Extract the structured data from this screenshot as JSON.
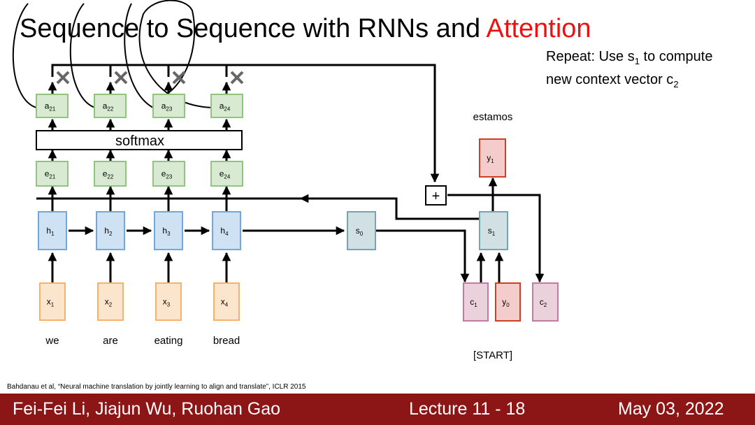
{
  "slide": {
    "title_main": "Sequence to Sequence with RNNs and ",
    "title_accent": "Attention",
    "note_line1_prefix": "Repeat: Use s",
    "note_line1_sub": "1",
    "note_line1_suffix": " to compute",
    "note_line2_prefix": "new context vector c",
    "note_line2_sub": "2",
    "citation": "Bahdanau et al, “Neural machine translation by jointly learning to align and translate”, ICLR 2015"
  },
  "footer": {
    "authors": "Fei-Fei Li, Jiajun Wu, Ruohan Gao",
    "lecture": "Lecture 11 -  18",
    "date": "May 03, 2022"
  },
  "diagram": {
    "colors": {
      "green_fill": "#d9ead3",
      "green_stroke": "#93c47d",
      "blue_fill": "#cfe2f3",
      "blue_stroke": "#6fa8dc",
      "orange_fill": "#fce5cd",
      "orange_stroke": "#f6b26b",
      "teal_fill": "#d0e0e3",
      "teal_stroke": "#76a5af",
      "red_fill": "#f4cccc",
      "red_stroke": "#cc4125",
      "purple_fill": "#ead1dc",
      "purple_stroke": "#c27ba0",
      "x_mark": "#666666"
    },
    "softmax_label": "softmax",
    "plus_label": "+",
    "words": {
      "we": "we",
      "are": "are",
      "eating": "eating",
      "bread": "bread",
      "estamos": "estamos",
      "start": "[START]"
    },
    "nodes": {
      "a21": {
        "base": "a",
        "sub": "21"
      },
      "a22": {
        "base": "a",
        "sub": "22"
      },
      "a23": {
        "base": "a",
        "sub": "23"
      },
      "a24": {
        "base": "a",
        "sub": "24"
      },
      "e21": {
        "base": "e",
        "sub": "21"
      },
      "e22": {
        "base": "e",
        "sub": "22"
      },
      "e23": {
        "base": "e",
        "sub": "23"
      },
      "e24": {
        "base": "e",
        "sub": "24"
      },
      "h1": {
        "base": "h",
        "sub": "1"
      },
      "h2": {
        "base": "h",
        "sub": "2"
      },
      "h3": {
        "base": "h",
        "sub": "3"
      },
      "h4": {
        "base": "h",
        "sub": "4"
      },
      "x1": {
        "base": "x",
        "sub": "1"
      },
      "x2": {
        "base": "x",
        "sub": "2"
      },
      "x3": {
        "base": "x",
        "sub": "3"
      },
      "x4": {
        "base": "x",
        "sub": "4"
      },
      "s0": {
        "base": "s",
        "sub": "0"
      },
      "s1": {
        "base": "s",
        "sub": "1"
      },
      "y1": {
        "base": "y",
        "sub": "1"
      },
      "c1": {
        "base": "c",
        "sub": "1"
      },
      "y0": {
        "base": "y",
        "sub": "0"
      },
      "c2": {
        "base": "c",
        "sub": "2"
      }
    }
  }
}
